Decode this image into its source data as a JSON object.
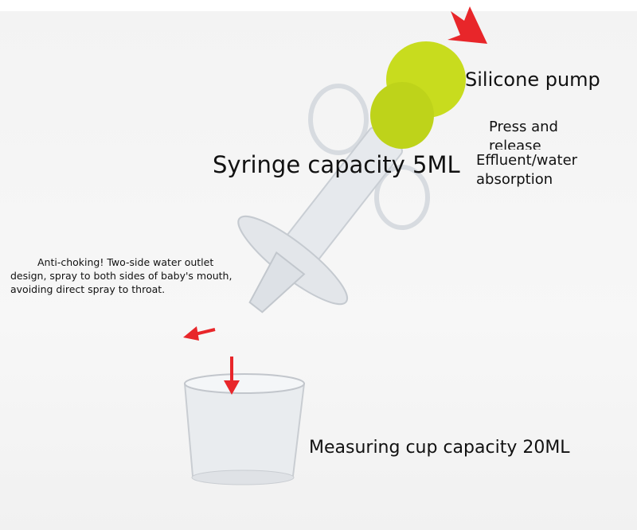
{
  "labels": {
    "silicone_pump": "Silicone pump",
    "press_release": "Press and release",
    "syringe_capacity": "Syringe capacity 5ML",
    "effluent": "Effluent/water absorption",
    "anti_choking": "Anti-choking! Two-side water outlet design, spray to both sides of baby's mouth, avoiding direct spray to throat.",
    "cup_capacity": "Measuring cup capacity 20ML"
  },
  "colors": {
    "pump": "#c8dc1e",
    "arrow": "#e8262a",
    "background": "#f4f4f4"
  },
  "icons": [
    "arrow-down-left-icon",
    "arrow-left-icon",
    "arrow-down-icon"
  ]
}
